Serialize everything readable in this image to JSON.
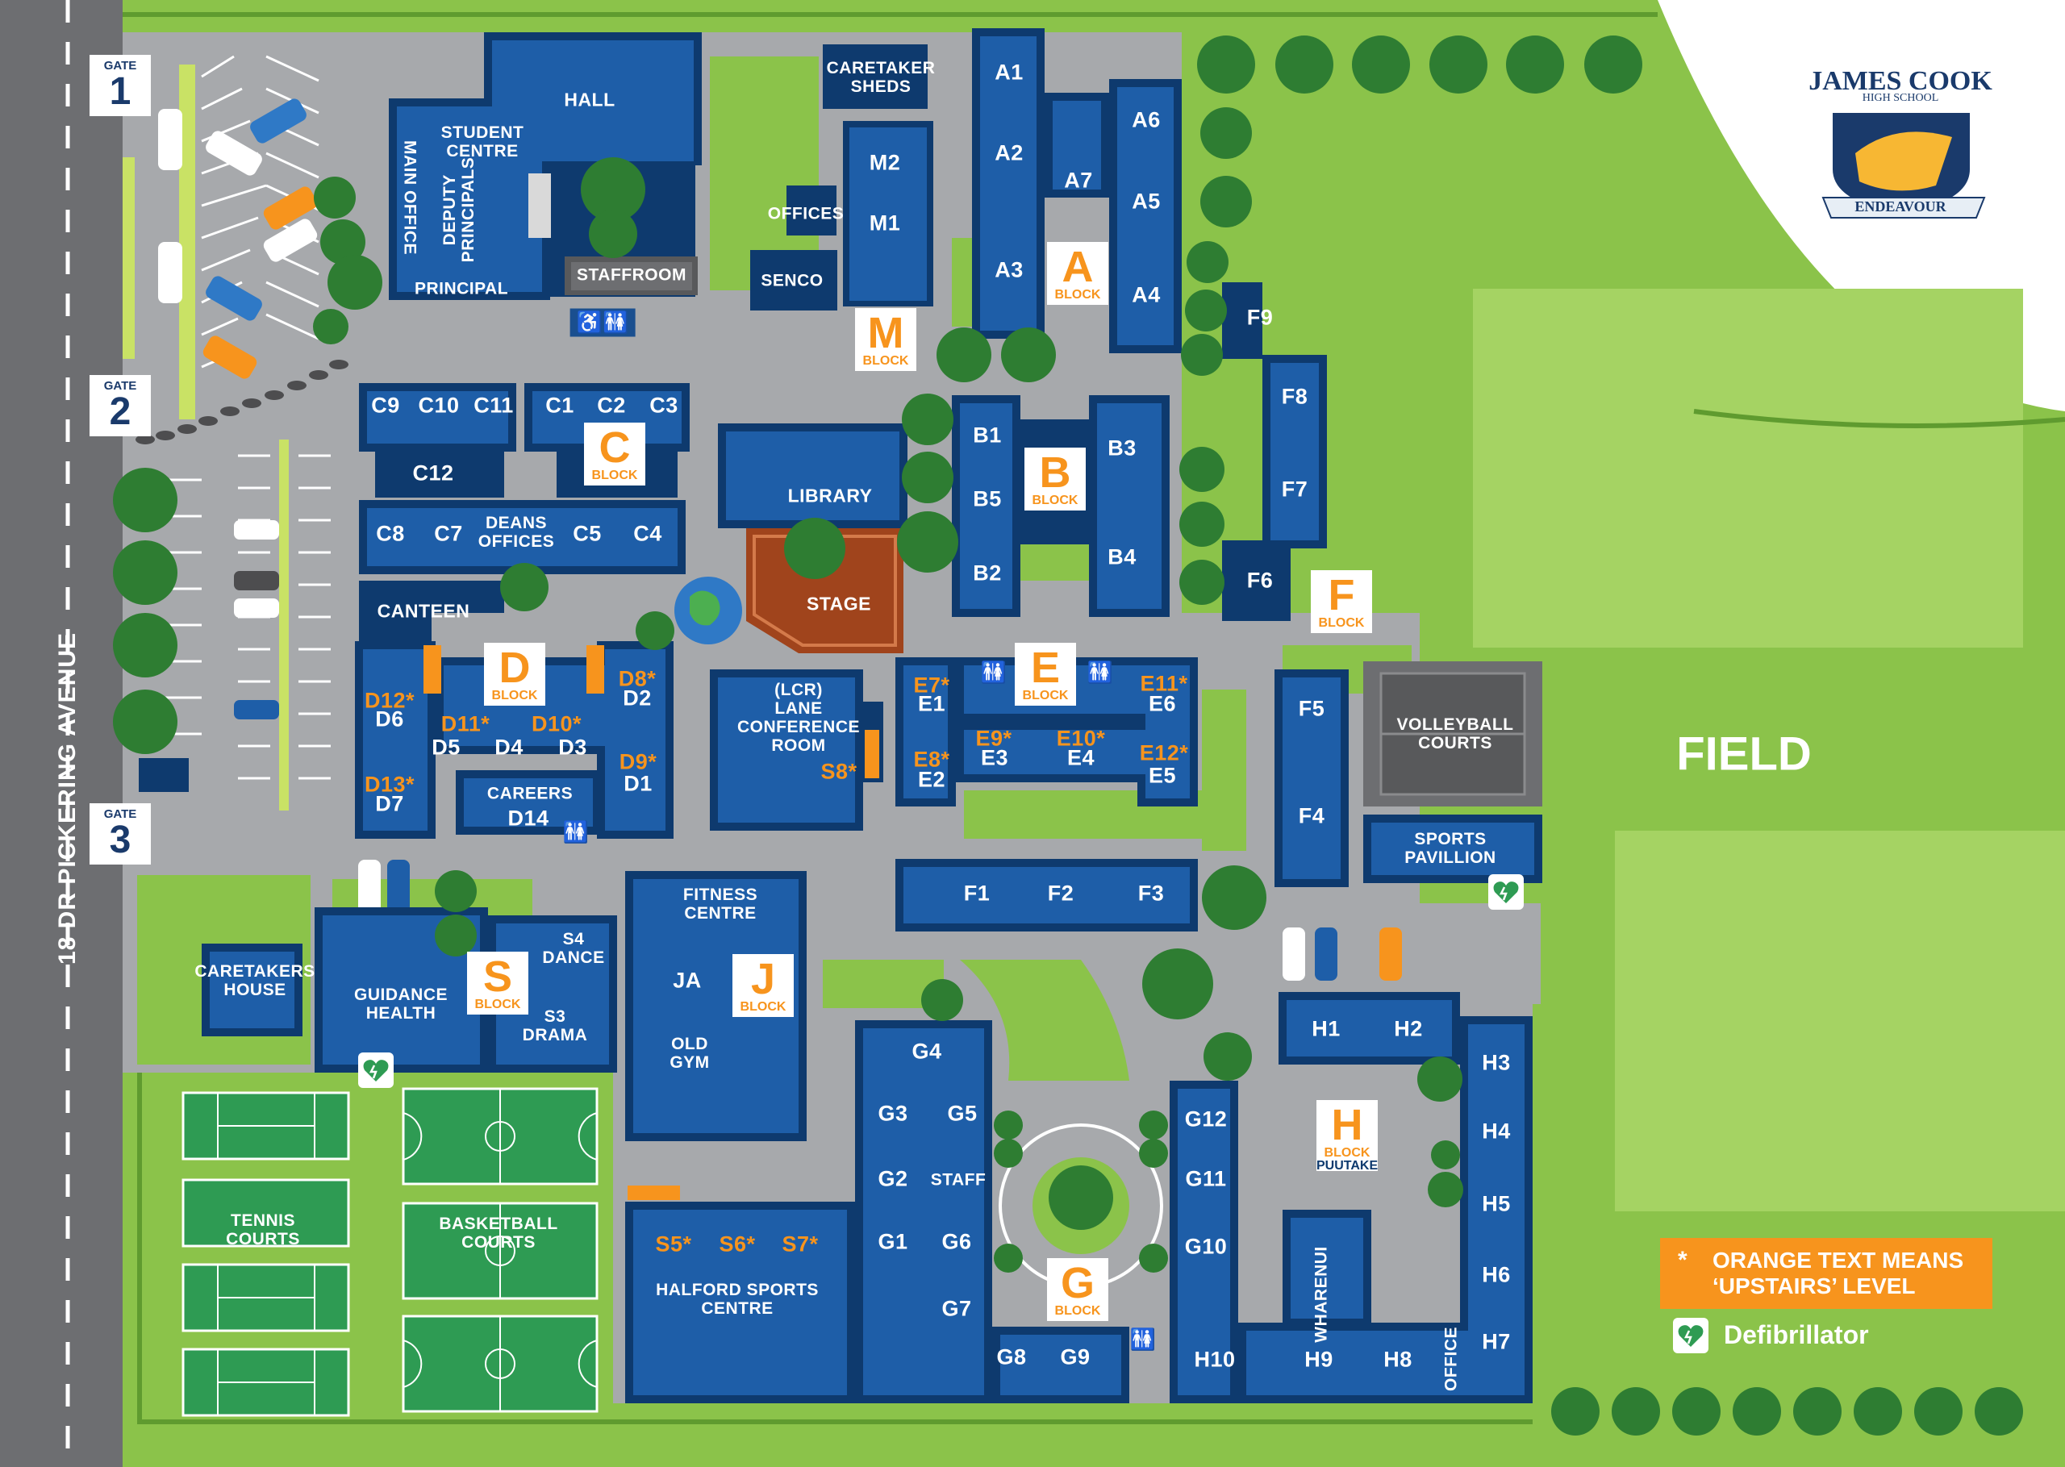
{
  "map": {
    "title": "James Cook High School campus map",
    "street": "18 DR PICKERING AVENUE",
    "field": "FIELD",
    "gates": [
      {
        "word": "GATE",
        "num": "1"
      },
      {
        "word": "GATE",
        "num": "2"
      },
      {
        "word": "GATE",
        "num": "3"
      }
    ],
    "logo": {
      "name": "JAMES COOK",
      "sub": "HIGH SCHOOL",
      "motto": "ENDEAVOUR"
    },
    "legend": {
      "star": "*",
      "upstairs_line1": "ORANGE TEXT MEANS",
      "upstairs_line2": "‘UPSTAIRS’ LEVEL",
      "defibrillator": "Defibrillator"
    },
    "block_word": "BLOCK",
    "block_puutake": "PUUTAKE",
    "blocks": [
      {
        "letter": "A"
      },
      {
        "letter": "B"
      },
      {
        "letter": "C"
      },
      {
        "letter": "D"
      },
      {
        "letter": "E"
      },
      {
        "letter": "F"
      },
      {
        "letter": "G"
      },
      {
        "letter": "H"
      },
      {
        "letter": "J"
      },
      {
        "letter": "M"
      },
      {
        "letter": "S"
      }
    ],
    "labels": {
      "hall": "HALL",
      "student_centre": "STUDENT\nCENTRE",
      "main_office": "MAIN OFFICE",
      "deputy_principals": "DEPUTY\nPRINCIPALS",
      "principal": "PRINCIPAL",
      "staffroom": "STAFFROOM",
      "caretaker_sheds": "CARETAKER\nSHEDS",
      "offices": "OFFICES",
      "senco": "SENCO",
      "m2": "M2",
      "m1": "M1",
      "a1": "A1",
      "a2": "A2",
      "a3": "A3",
      "a4": "A4",
      "a5": "A5",
      "a6": "A6",
      "a7": "A7",
      "f9": "F9",
      "f8": "F8",
      "f7": "F7",
      "f6": "F6",
      "f5": "F5",
      "f4": "F4",
      "f1": "F1",
      "f2": "F2",
      "f3": "F3",
      "c9": "C9",
      "c10": "C10",
      "c11": "C11",
      "c1": "C1",
      "c2": "C2",
      "c3": "C3",
      "c12": "C12",
      "c8": "C8",
      "c7": "C7",
      "c5": "C5",
      "c4": "C4",
      "deans_offices": "DEANS\nOFFICES",
      "library": "LIBRARY",
      "stage": "STAGE",
      "b1": "B1",
      "b2": "B2",
      "b3": "B3",
      "b4": "B4",
      "b5": "B5",
      "canteen": "CANTEEN",
      "d12": "D12*",
      "d6": "D6",
      "d11": "D11*",
      "d10": "D10*",
      "d8": "D8*",
      "d2": "D2",
      "d5": "D5",
      "d4": "D4",
      "d3": "D3",
      "d9": "D9*",
      "d1": "D1",
      "d13": "D13*",
      "d7": "D7",
      "careers": "CAREERS",
      "d14": "D14",
      "lcr": "(LCR)\nLANE\nCONFERENCE\nROOM",
      "s8": "S8*",
      "e7": "E7*",
      "e1": "E1",
      "e11": "E11*",
      "e6": "E6",
      "e9": "E9*",
      "e10": "E10*",
      "e3": "E3",
      "e4": "E4",
      "e8": "E8*",
      "e2": "E2",
      "e12": "E12*",
      "e5": "E5",
      "volleyball": "VOLLEYBALL\nCOURTS",
      "sports_pavilion": "SPORTS\nPAVILLION",
      "caretakers_house": "CARETAKERS\nHOUSE",
      "guidance": "GUIDANCE\nHEALTH",
      "s4": "S4\nDANCE",
      "s3": "S3\nDRAMA",
      "fitness": "FITNESS\nCENTRE",
      "ja": "JA",
      "old_gym": "OLD\nGYM",
      "tennis": "TENNIS\nCOURTS",
      "basketball": "BASKETBALL\nCOURTS",
      "s5": "S5*",
      "s6": "S6*",
      "s7": "S7*",
      "halford": "HALFORD SPORTS\nCENTRE",
      "g4": "G4",
      "g3": "G3",
      "g5": "G5",
      "g2": "G2",
      "staff": "STAFF",
      "g1": "G1",
      "g6": "G6",
      "g7": "G7",
      "g8": "G8",
      "g9": "G9",
      "g12": "G12",
      "g11": "G11",
      "g10": "G10",
      "h1": "H1",
      "h2": "H2",
      "h3": "H3",
      "h4": "H4",
      "h5": "H5",
      "h6": "H6",
      "h7": "H7",
      "h10": "H10",
      "h9": "H9",
      "h8": "H8",
      "wharenui": "WHARENUI",
      "office": "OFFICE"
    },
    "colors": {
      "grass": "#8bc34a",
      "road": "#a7a9ac",
      "building_dark": "#0e3a6e",
      "building_mid": "#1e5ea8",
      "building_light": "#2f79c6",
      "orange": "#f7941d",
      "stage": "#a0441c"
    }
  }
}
